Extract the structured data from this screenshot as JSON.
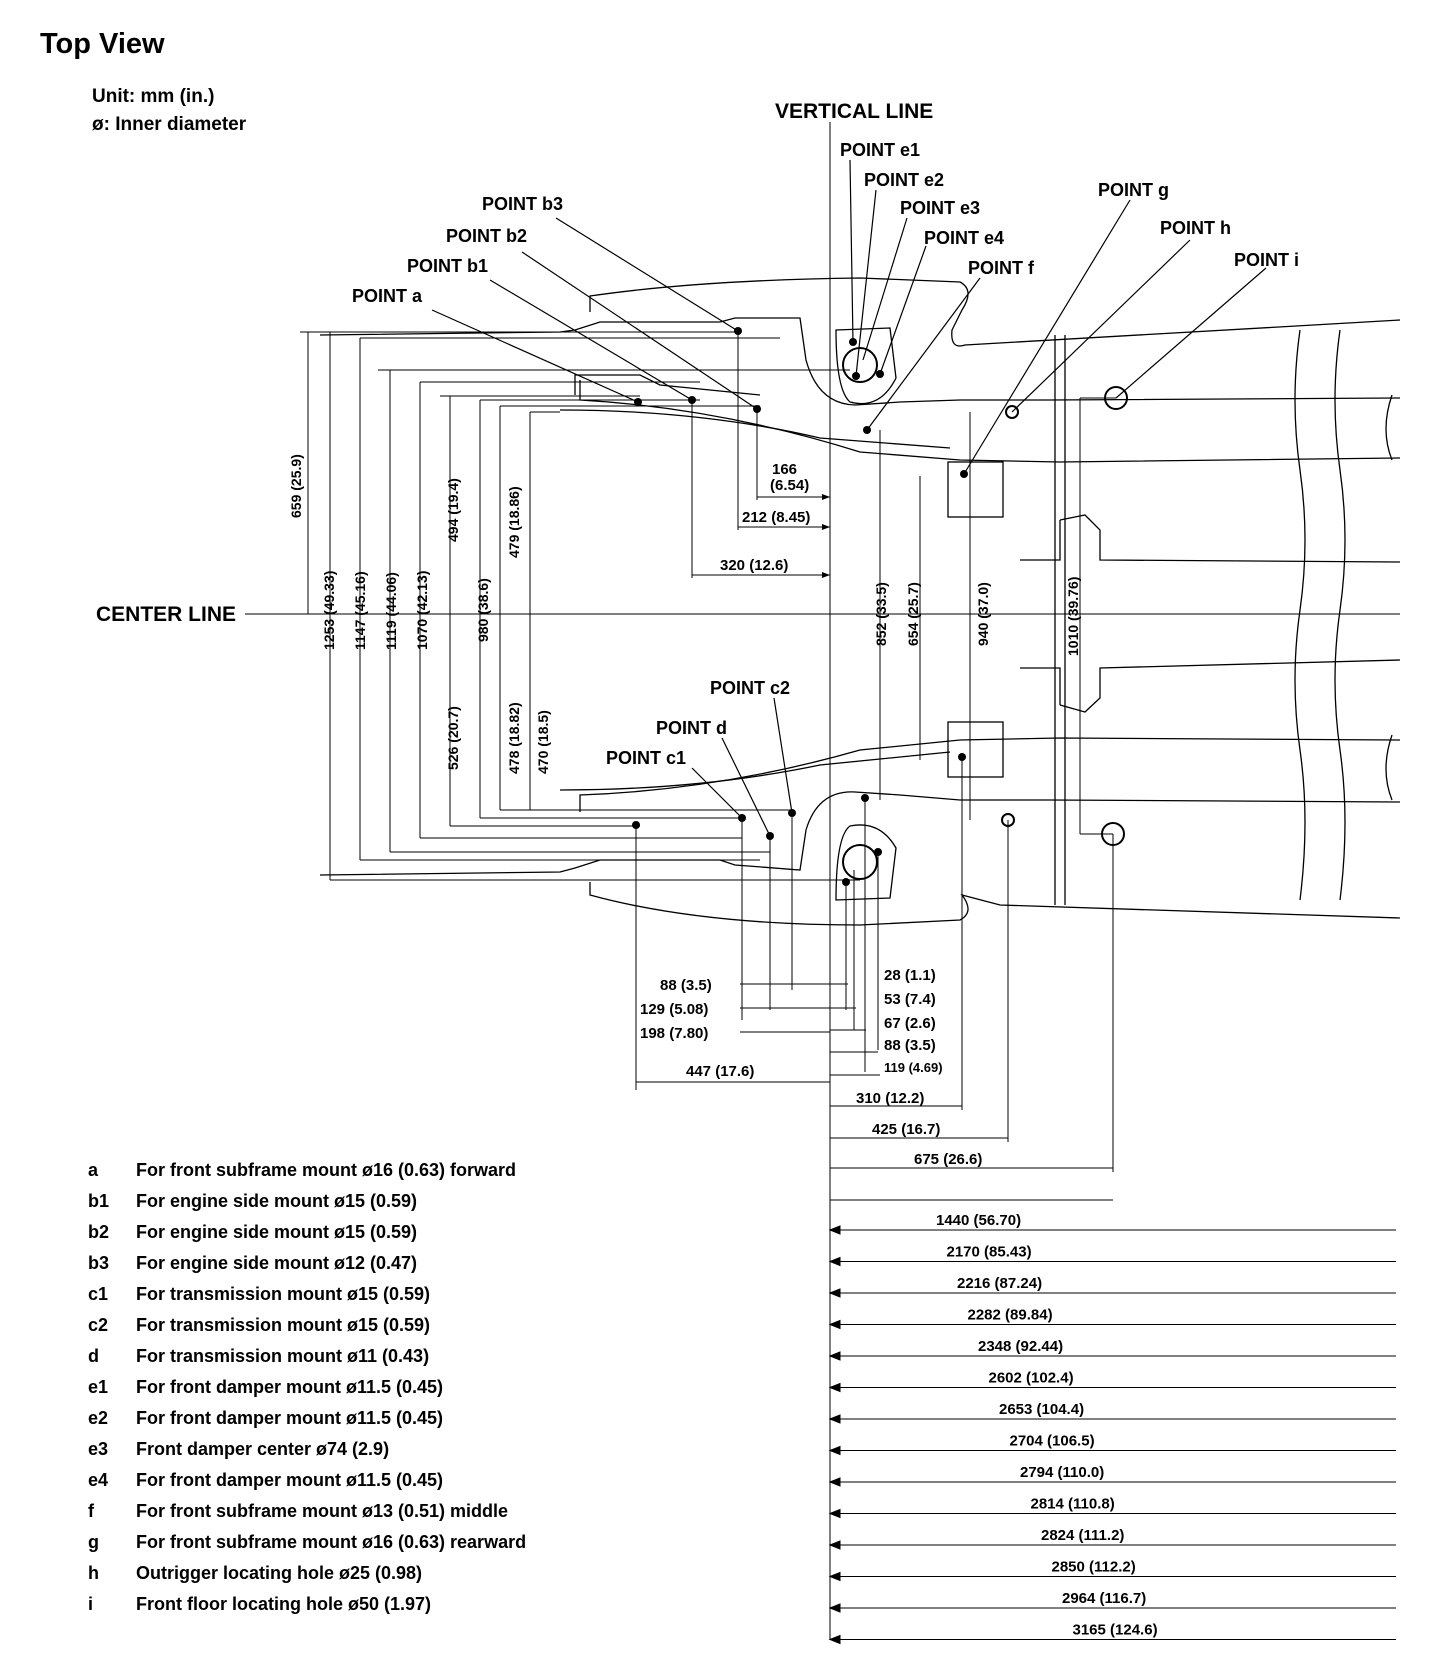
{
  "header": {
    "title": "Top View",
    "unit": "Unit: mm (in.)",
    "diameter_note": "ø: Inner diameter"
  },
  "references": {
    "vertical_line": "VERTICAL LINE",
    "center_line": "CENTER LINE"
  },
  "point_labels": {
    "a": "POINT a",
    "b1": "POINT b1",
    "b2": "POINT b2",
    "b3": "POINT b3",
    "c1": "POINT c1",
    "c2": "POINT c2",
    "d": "POINT d",
    "e1": "POINT e1",
    "e2": "POINT e2",
    "e3": "POINT e3",
    "e4": "POINT e4",
    "f": "POINT f",
    "g": "POINT g",
    "h": "POINT h",
    "i": "POINT i"
  },
  "vertical_dimensions": [
    {
      "id": "v659",
      "text": "659 (25.9)"
    },
    {
      "id": "v1253",
      "text": "1253 (49.33)"
    },
    {
      "id": "v1147",
      "text": "1147 (45.16)"
    },
    {
      "id": "v1119",
      "text": "1119 (44.06)"
    },
    {
      "id": "v1070",
      "text": "1070 (42.13)"
    },
    {
      "id": "v494",
      "text": "494 (19.4)"
    },
    {
      "id": "v526",
      "text": "526 (20.7)"
    },
    {
      "id": "v980",
      "text": "980 (38.6)"
    },
    {
      "id": "v479",
      "text": "479 (18.86)"
    },
    {
      "id": "v478",
      "text": "478 (18.82)"
    },
    {
      "id": "v470",
      "text": "470 (18.5)"
    },
    {
      "id": "v852",
      "text": "852 (33.5)"
    },
    {
      "id": "v654",
      "text": "654 (25.7)"
    },
    {
      "id": "v940",
      "text": "940 (37.0)"
    },
    {
      "id": "v1010",
      "text": "1010 (39.76)"
    }
  ],
  "upper_dimensions": [
    {
      "id": "u166a",
      "text": "166"
    },
    {
      "id": "u166b",
      "text": "(6.54)"
    },
    {
      "id": "u212",
      "text": "212 (8.45)"
    },
    {
      "id": "u320",
      "text": "320 (12.6)"
    }
  ],
  "lower_left_dimensions": [
    {
      "id": "l88",
      "text": "88 (3.5)"
    },
    {
      "id": "l129",
      "text": "129 (5.08)"
    },
    {
      "id": "l198",
      "text": "198 (7.80)"
    },
    {
      "id": "l447",
      "text": "447 (17.6)"
    }
  ],
  "lower_right_dimensions": [
    {
      "id": "r28",
      "text": "28 (1.1)"
    },
    {
      "id": "r53",
      "text": "53 (7.4)"
    },
    {
      "id": "r67",
      "text": "67 (2.6)"
    },
    {
      "id": "r88",
      "text": "88 (3.5)"
    },
    {
      "id": "r119",
      "text": "119 (4.69)"
    },
    {
      "id": "r310",
      "text": "310 (12.2)"
    },
    {
      "id": "r425",
      "text": "425 (16.7)"
    },
    {
      "id": "r675",
      "text": "675 (26.6)"
    }
  ],
  "long_dimensions": [
    "1440 (56.70)",
    "2170 (85.43)",
    "2216 (87.24)",
    "2282 (89.84)",
    "2348 (92.44)",
    "2602 (102.4)",
    "2653 (104.4)",
    "2704 (106.5)",
    "2794 (110.0)",
    "2814 (110.8)",
    "2824 (111.2)",
    "2850 (112.2)",
    "2964 (116.7)",
    "3165 (124.6)"
  ],
  "legend": [
    {
      "code": "a",
      "desc": "For front subframe mount ø16 (0.63) forward"
    },
    {
      "code": "b1",
      "desc": "For engine side mount ø15 (0.59)"
    },
    {
      "code": "b2",
      "desc": "For engine side mount ø15 (0.59)"
    },
    {
      "code": "b3",
      "desc": "For engine side mount ø12 (0.47)"
    },
    {
      "code": "c1",
      "desc": "For transmission mount ø15 (0.59)"
    },
    {
      "code": "c2",
      "desc": "For transmission mount ø15 (0.59)"
    },
    {
      "code": "d",
      "desc": "For transmission mount ø11 (0.43)"
    },
    {
      "code": "e1",
      "desc": "For front damper mount ø11.5 (0.45)"
    },
    {
      "code": "e2",
      "desc": "For front damper mount ø11.5 (0.45)"
    },
    {
      "code": "e3",
      "desc": "Front damper center ø74 (2.9)"
    },
    {
      "code": "e4",
      "desc": "For front damper mount ø11.5 (0.45)"
    },
    {
      "code": "f",
      "desc": "For front subframe mount ø13 (0.51) middle"
    },
    {
      "code": "g",
      "desc": "For front subframe mount ø16 (0.63) rearward"
    },
    {
      "code": "h",
      "desc": "Outrigger locating hole ø25 (0.98)"
    },
    {
      "code": "i",
      "desc": "Front floor locating hole ø50 (1.97)"
    }
  ]
}
